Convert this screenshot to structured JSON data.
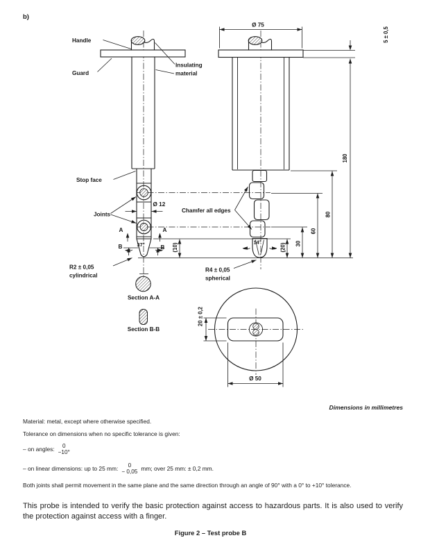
{
  "page": {
    "figure_letter": "b)"
  },
  "drawing": {
    "left_view": {
      "handle_label": "Handle",
      "guard_label": "Guard",
      "insulating_label_line1": "Insulating",
      "insulating_label_line2": "material",
      "stop_face_label": "Stop face",
      "joints_label": "Joints",
      "diameter_12": "Ø 12",
      "angle_37": "37°",
      "section_marker_a": "A",
      "section_marker_b": "B",
      "r2_label_line1": "R2 ± 0,05",
      "r2_label_line2": "cylindrical",
      "section_aa_label": "Section A-A",
      "section_bb_label": "Section B-B"
    },
    "right_view": {
      "diameter_75": "Ø 75",
      "guard_thickness": "5 ± 0,5",
      "chamfer_label": "Chamfer all edges",
      "angle_14": "14°",
      "r4_label_line1": "R4 ± 0,05",
      "r4_label_line2": "spherical",
      "dim_180": "180",
      "dim_80": "80",
      "dim_60": "60",
      "dim_30": "30",
      "dim_20_ref": "(20)",
      "dim_10_ref": "(10)"
    },
    "bottom_view": {
      "dim_20": "20 ± 0,2",
      "diameter_50": "Ø 50"
    }
  },
  "notes": {
    "units_note": "Dimensions in millimetres",
    "material_note": "Material: metal, except where otherwise specified.",
    "tolerance_intro": "Tolerance on dimensions when no specific tolerance is given:",
    "angles_item": {
      "prefix": "–  on angles:",
      "upper": "0",
      "lower": "−10°"
    },
    "linear_item": {
      "prefix": "–  on linear dimensions: up to 25 mm:",
      "upper": "0",
      "lower": "− 0,05",
      "suffix": "mm; over 25 mm: ± 0,2 mm."
    },
    "joints_note": "Both joints shall permit movement in the same plane and the same direction through an angle of 90° with a 0° to +10° tolerance.",
    "purpose_note": "This probe is intended to verify the basic protection against access to hazardous parts. It is also used to verify the protection against access with a finger.",
    "caption": "Figure 2 – Test probe B"
  }
}
